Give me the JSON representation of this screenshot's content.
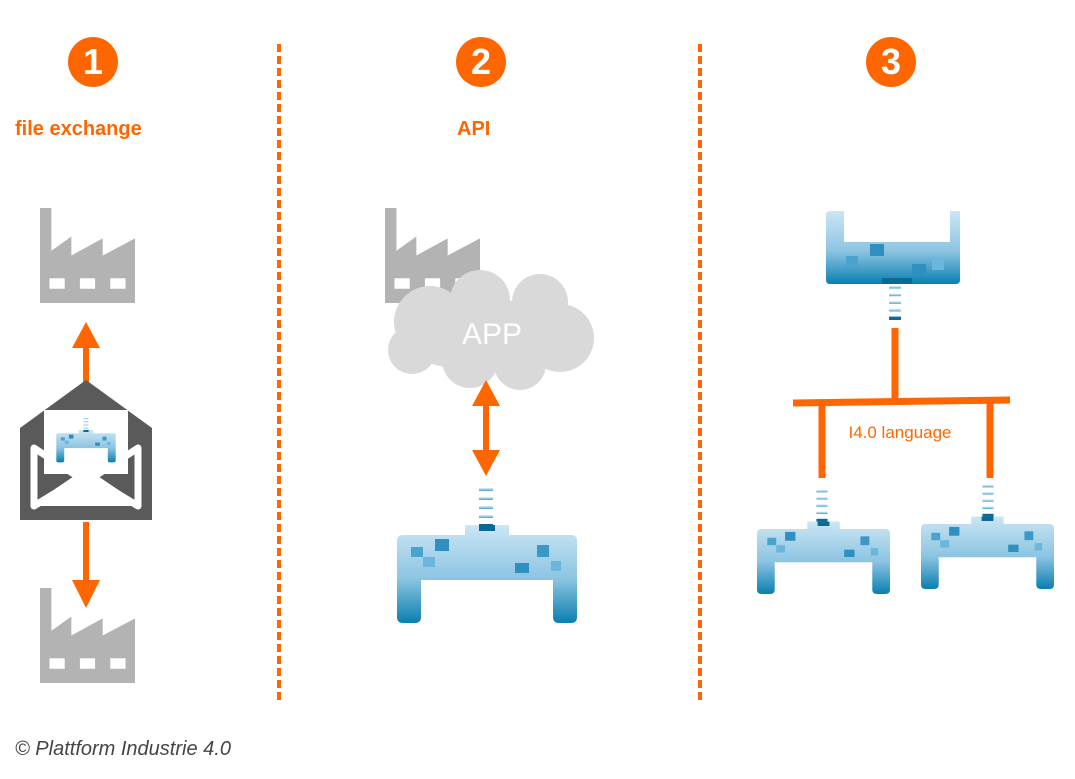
{
  "columns": [
    {
      "number": "1",
      "title": "file exchange"
    },
    {
      "number": "2",
      "title": "API"
    },
    {
      "number": "3",
      "title": ""
    }
  ],
  "cloud_label": "APP",
  "network_label": "I4.0 language",
  "copyright": "© Plattform Industrie 4.0",
  "colors": {
    "accent": "#ff6600",
    "factory": "#b3b3b3",
    "cloud": "#d9d9d9",
    "envelope": "#5a5a5a",
    "asset_blue_light": "#a6d2ea",
    "asset_blue_dark": "#0a7fb0"
  },
  "icons": [
    "factory-icon",
    "envelope-icon",
    "cloud-icon",
    "asset-administration-shell-icon",
    "connector-icon"
  ]
}
